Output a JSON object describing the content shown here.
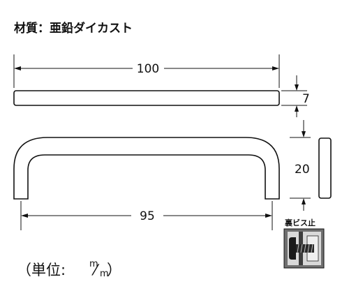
{
  "material": "材質：亜鉛ダイカスト",
  "dimensions": {
    "length": "100",
    "thickness": "7",
    "height": "20",
    "pitch": "95"
  },
  "screw_caption": "裏ビス止",
  "unit": {
    "prefix": "（単位:",
    "numerator": "m",
    "slash": "⁄",
    "denominator": "m",
    "suffix": "）"
  }
}
